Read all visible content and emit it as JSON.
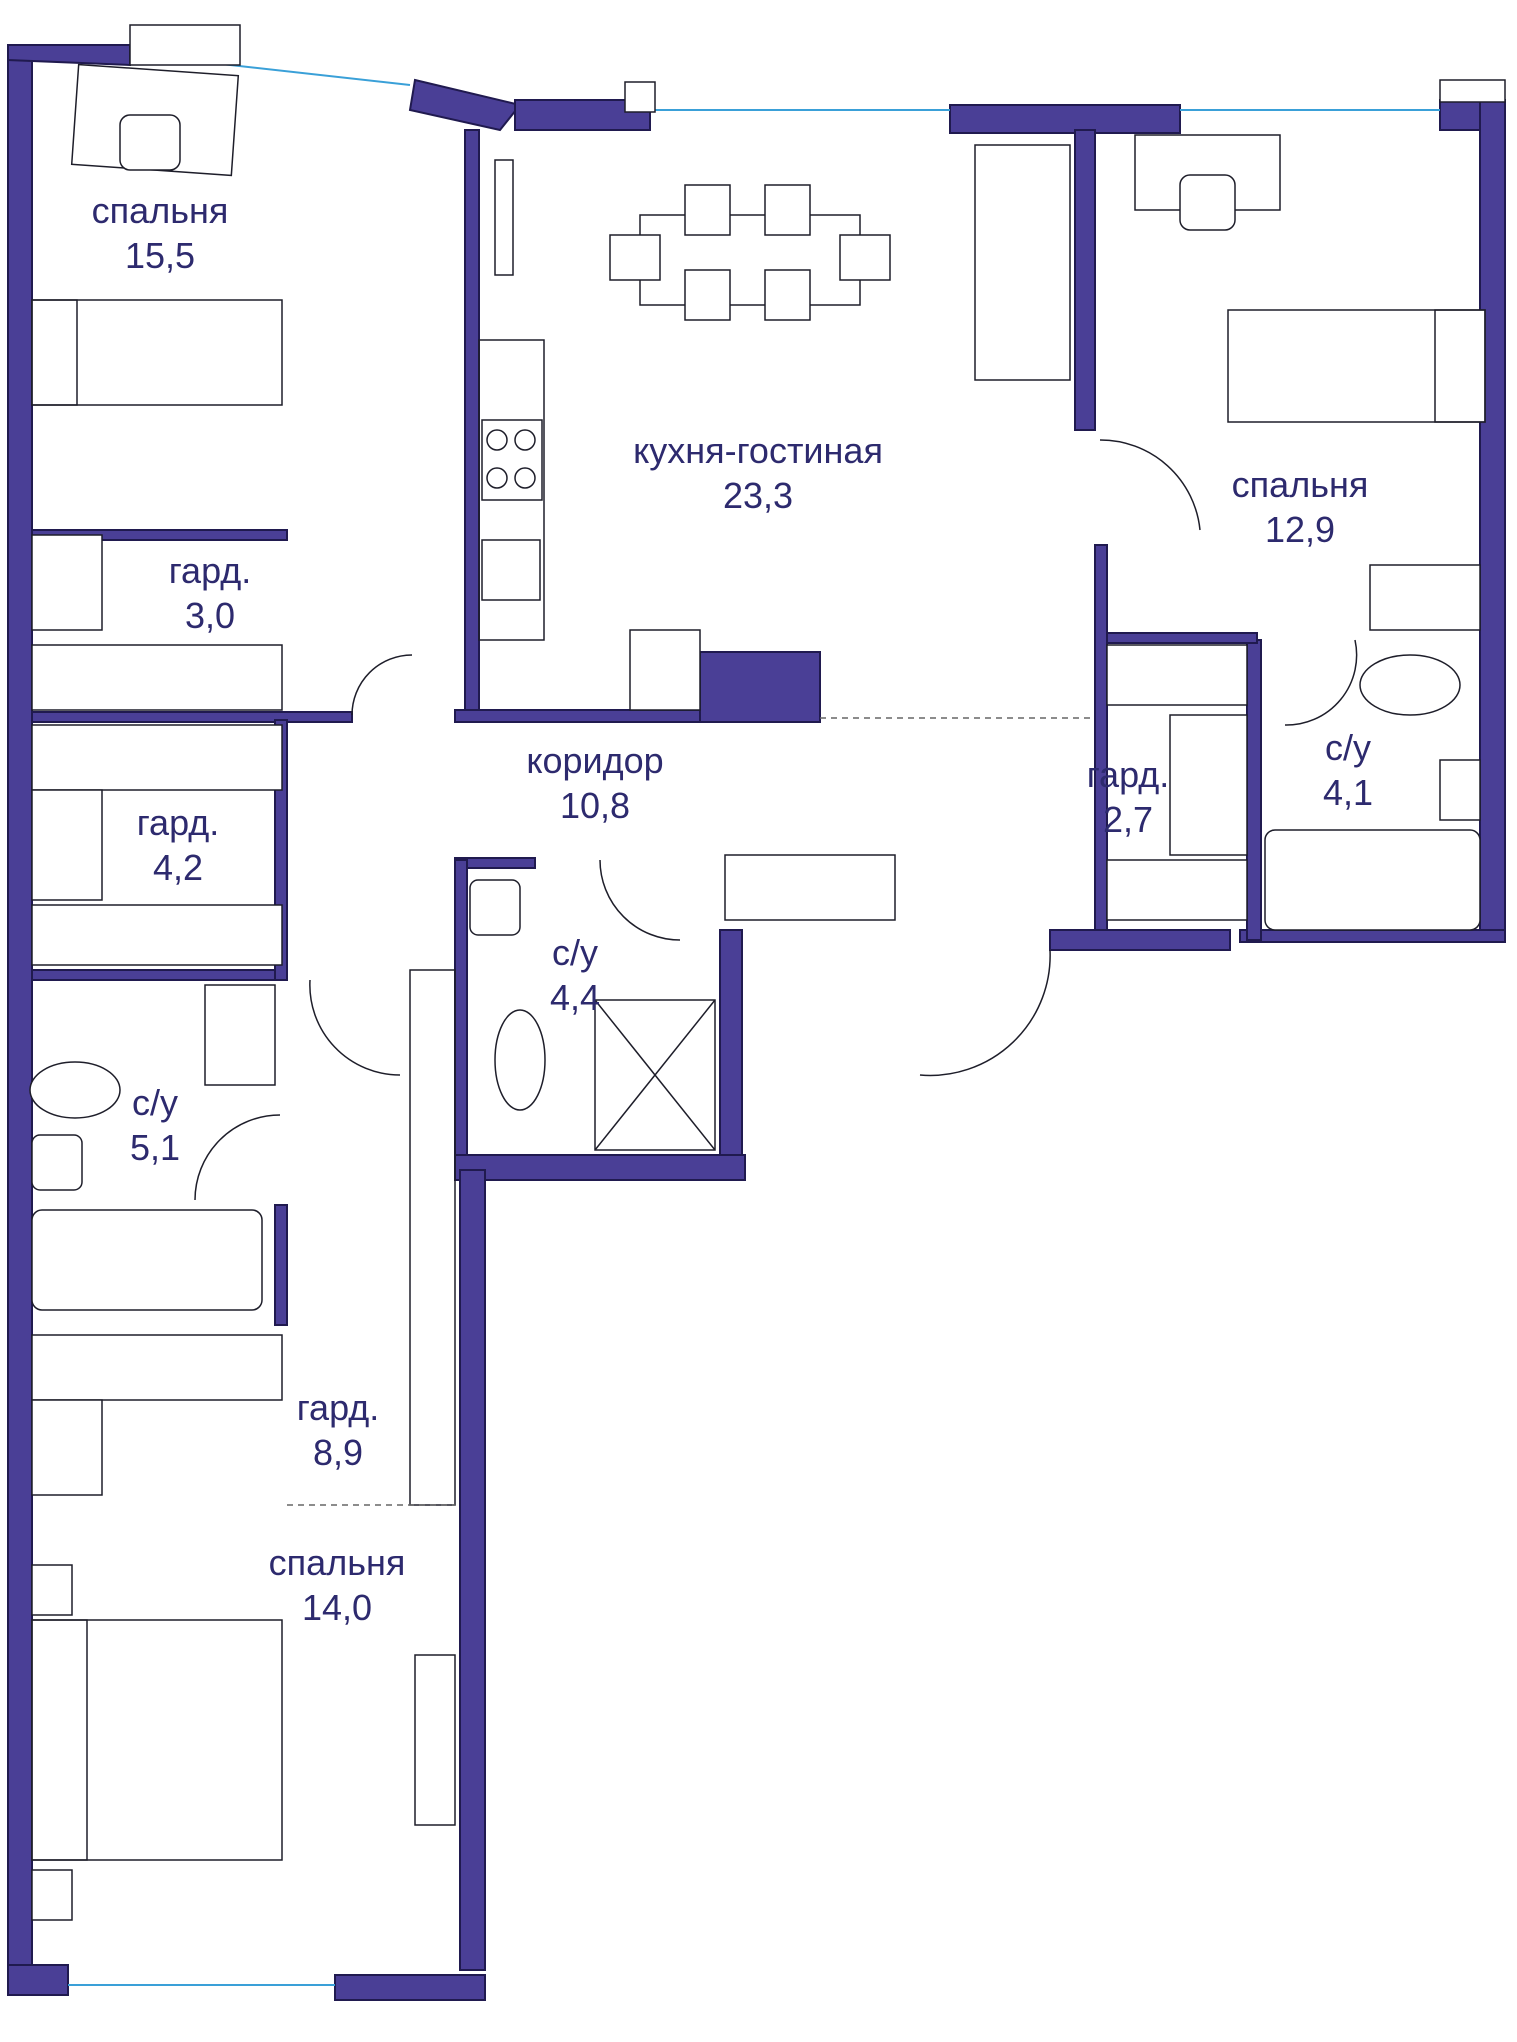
{
  "rooms": {
    "bedroom_top_left": {
      "name": "спальня",
      "area": "15,5"
    },
    "kitchen_living": {
      "name": "кухня-гостиная",
      "area": "23,3"
    },
    "bedroom_right": {
      "name": "спальня",
      "area": "12,9"
    },
    "wardrobe_1": {
      "name": "гард.",
      "area": "3,0"
    },
    "wardrobe_2": {
      "name": "гард.",
      "area": "4,2"
    },
    "corridor": {
      "name": "коридор",
      "area": "10,8"
    },
    "wardrobe_3": {
      "name": "гард.",
      "area": "2,7"
    },
    "bathroom_right": {
      "name": "с/у",
      "area": "4,1"
    },
    "bathroom_center": {
      "name": "с/у",
      "area": "4,4"
    },
    "bathroom_left": {
      "name": "с/у",
      "area": "5,1"
    },
    "wardrobe_4": {
      "name": "гард.",
      "area": "8,9"
    },
    "bedroom_bottom": {
      "name": "спальня",
      "area": "14,0"
    }
  },
  "colors": {
    "wall": "#4a3f96",
    "text": "#2d2a6e",
    "glass": "#3aa0d8"
  }
}
